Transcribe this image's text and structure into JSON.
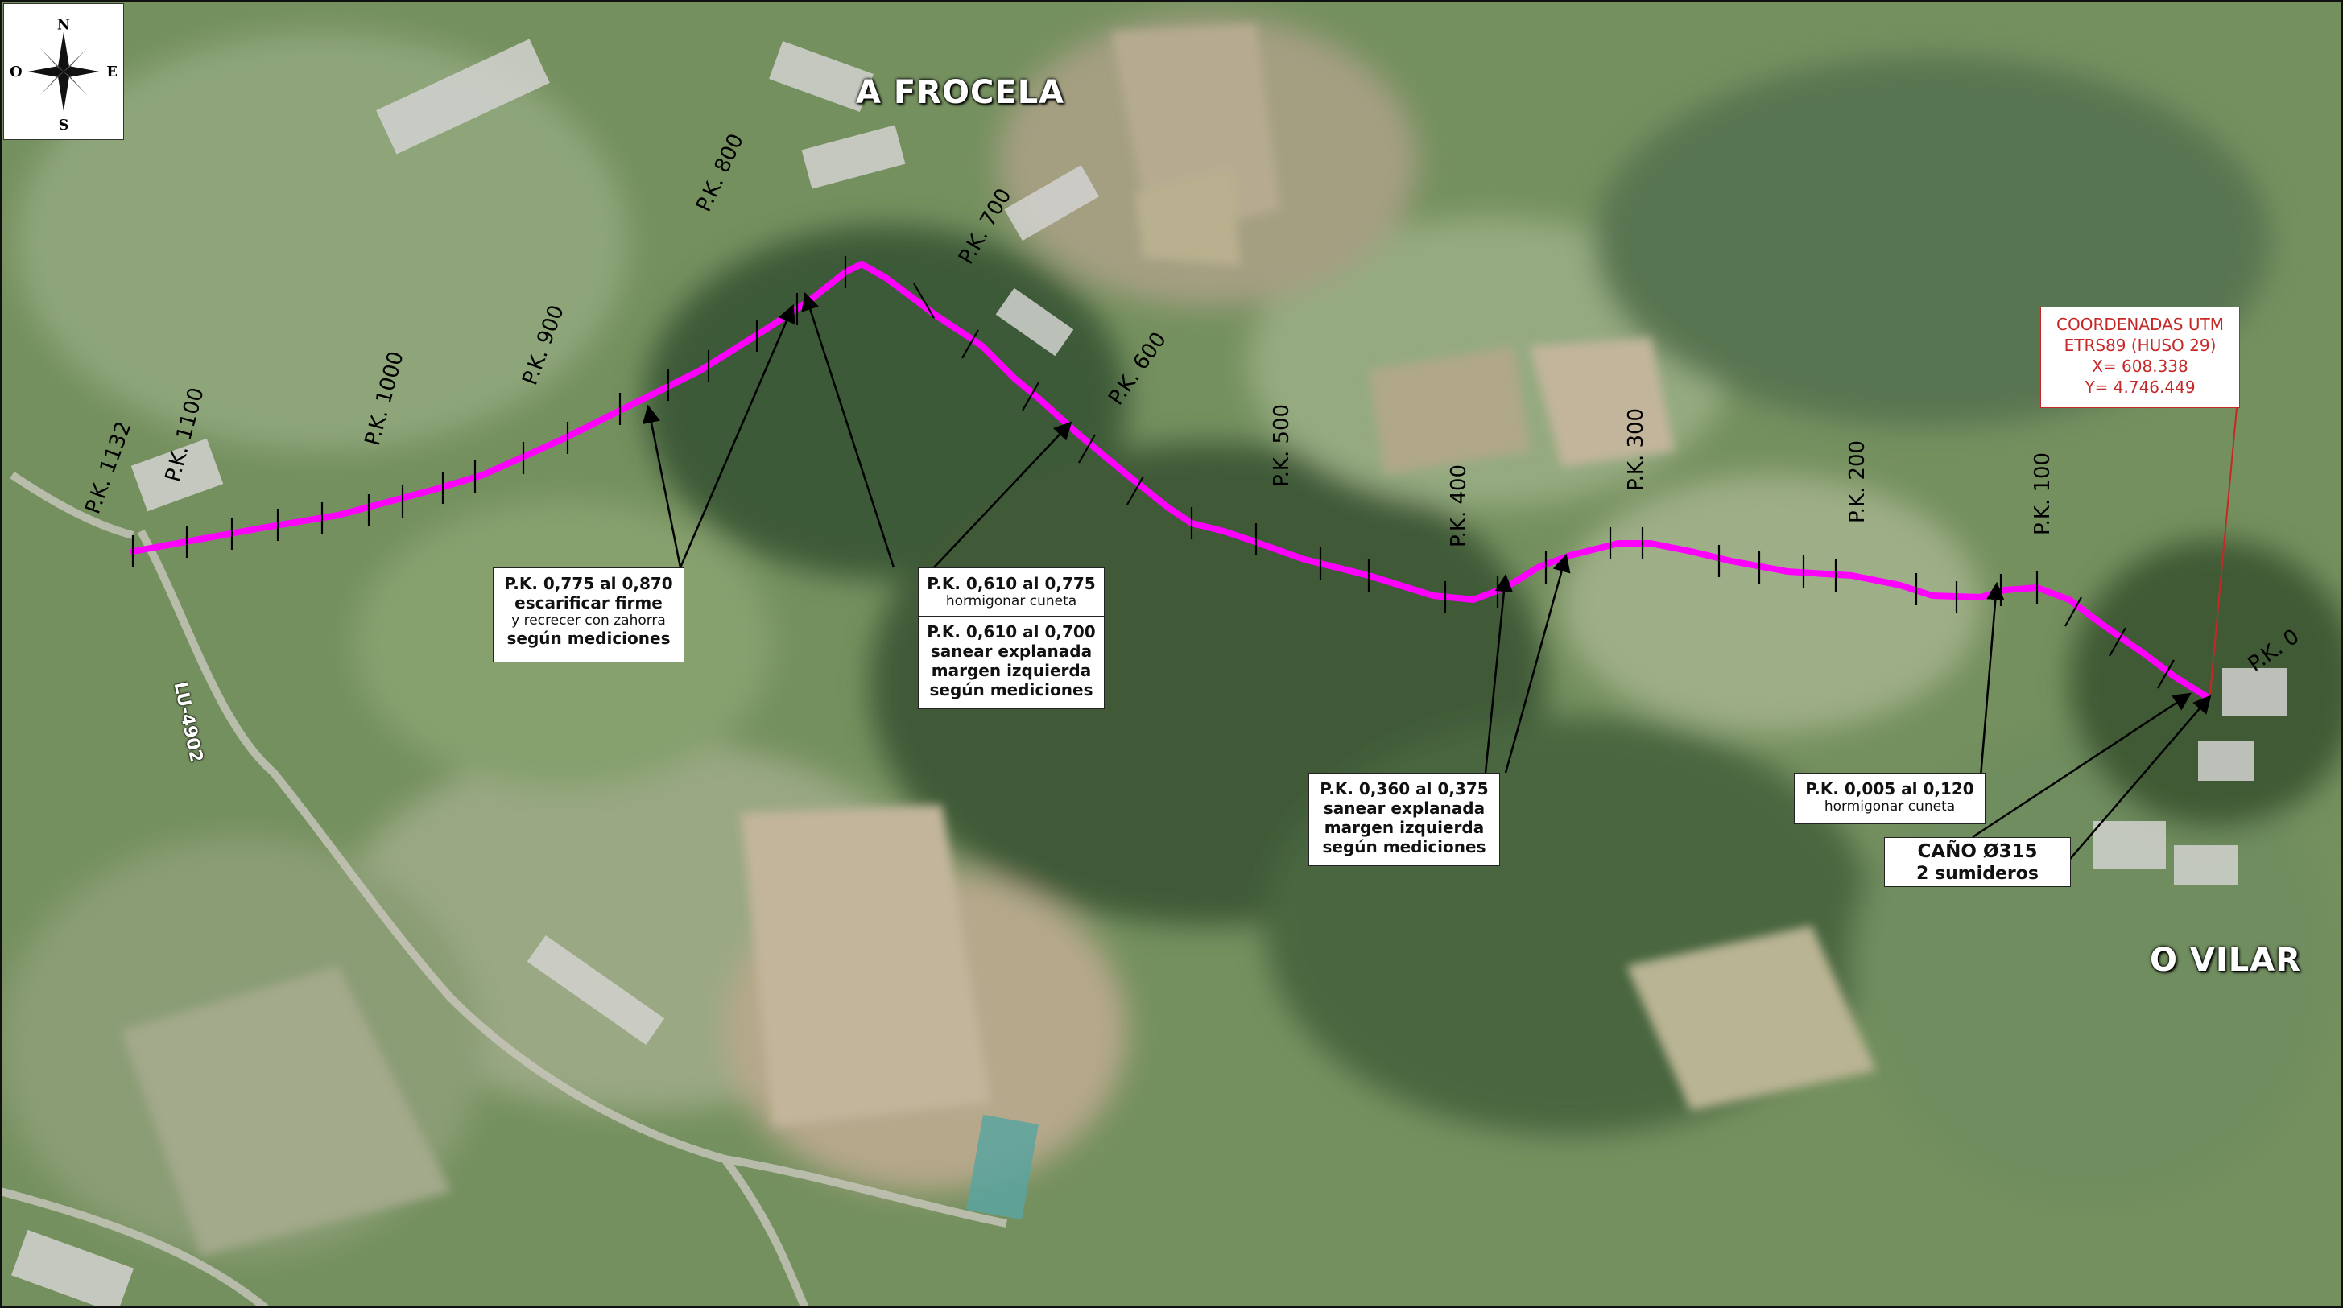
{
  "map": {
    "places": {
      "frocela": "A FROCELA",
      "vilar": "O VILAR"
    },
    "road_code": "LU-4902",
    "compass": {
      "north": "N",
      "south": "S",
      "east": "E",
      "west": "O"
    },
    "coordinates": {
      "title": "COORDENADAS UTM",
      "datum": "ETRS89 (HUSO 29)",
      "x": "X=   608.338",
      "y": "Y= 4.746.449"
    },
    "pk_labels": [
      "P.K. 0",
      "P.K. 100",
      "P.K. 200",
      "P.K. 300",
      "P.K. 400",
      "P.K. 500",
      "P.K. 600",
      "P.K. 700",
      "P.K. 800",
      "P.K. 900",
      "P.K. 1000",
      "P.K. 1100",
      "P.K. 1132"
    ],
    "callouts": [
      {
        "id": "c1",
        "lines": [
          "P.K. 0,775 al 0,870",
          "escarificar firme",
          "y recrecer con zahorra",
          "según mediciones"
        ]
      },
      {
        "id": "c2",
        "lines": [
          "P.K. 0,610 al 0,775",
          "hormigonar cuneta"
        ]
      },
      {
        "id": "c3",
        "lines": [
          "P.K. 0,610 al 0,700",
          "sanear explanada",
          "margen izquierda",
          "según mediciones"
        ]
      },
      {
        "id": "c4",
        "lines": [
          "P.K. 0,360 al 0,375",
          "sanear explanada",
          "margen izquierda",
          "según mediciones"
        ]
      },
      {
        "id": "c5",
        "lines": [
          "P.K. 0,005 al 0,120",
          "hormigonar cuneta"
        ]
      },
      {
        "id": "c6",
        "lines": [
          "CAÑO Ø315",
          "2 sumideros"
        ]
      }
    ],
    "colors": {
      "route": "#ff00ff",
      "coord_accent": "#c62828"
    }
  }
}
